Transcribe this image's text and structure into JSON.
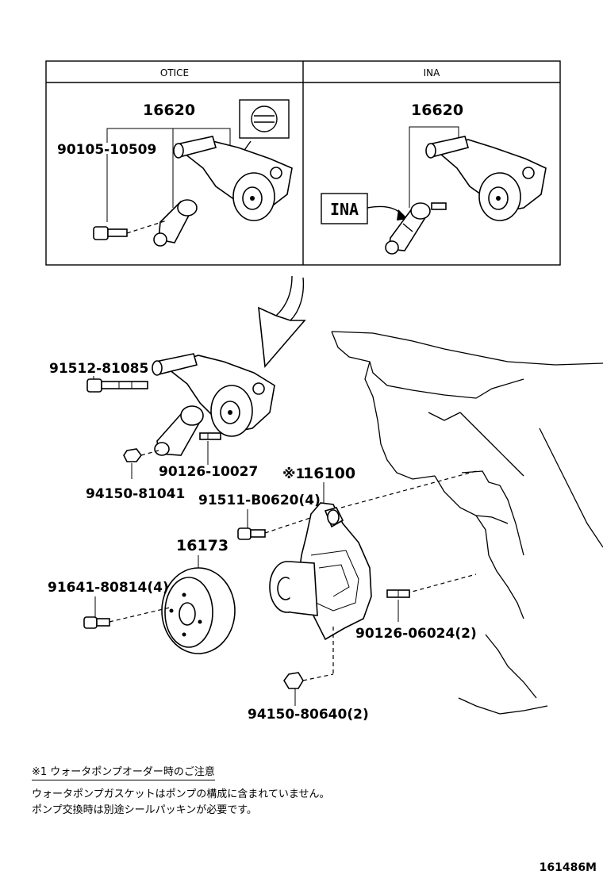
{
  "inset": {
    "left_header": "OTICE",
    "right_header": "INA",
    "left_assembly_no": "16620",
    "left_bolt_no": "90105-10509",
    "right_assembly_no": "16620",
    "ina_tag": "INA"
  },
  "callouts": {
    "bolt_top": "91512-81085",
    "stud": "90126-10027",
    "nut": "94150-81041",
    "pump_mark": "※1",
    "pump": "16100",
    "pump_bolt": "91511-B0620(4)",
    "pulley": "16173",
    "pulley_bolt": "91641-80814(4)",
    "pump_stud": "90126-06024(2)",
    "pump_nut": "94150-80640(2)"
  },
  "note": {
    "title": "※1 ウォータポンプオーダー時のご注意",
    "line1": "ウォータポンプガスケットはポンプの構成に含まれていません。",
    "line2": "ポンプ交換時は別途シールパッキンが必要です。"
  },
  "figure_id": "161486M"
}
